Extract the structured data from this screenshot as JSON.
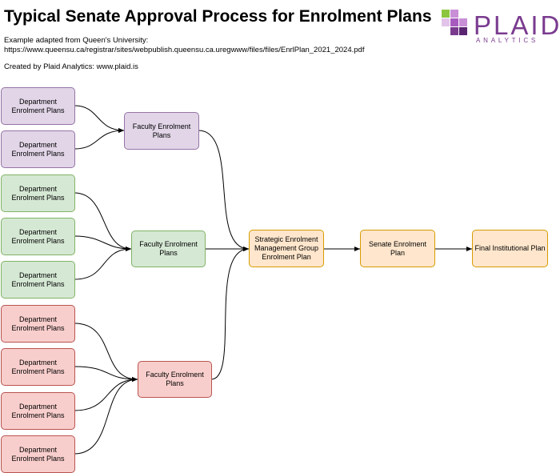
{
  "header": {
    "title": "Typical Senate Approval Process for Enrolment Plans",
    "source_line1": "Example adapted from Queen's University:",
    "source_line2": "https://www.queensu.ca/registrar/sites/webpublish.queensu.ca.uregwww/files/files/EnrlPlan_2021_2024.pdf",
    "credit": "Created by Plaid Analytics: www.plaid.is"
  },
  "logo": {
    "word": "PLAID",
    "sub": "ANALYTICS",
    "colors": [
      "#7a3b8f",
      "#a85bbf",
      "#c98fd6",
      "#8cc63f",
      "#5a2570"
    ]
  },
  "diagram": {
    "colors": {
      "purple_fill": "#e1d5e7",
      "purple_stroke": "#9673a6",
      "green_fill": "#d5e8d4",
      "green_stroke": "#82b366",
      "red_fill": "#f8cecc",
      "red_stroke": "#b85450",
      "orange_fill": "#ffe6cc",
      "orange_stroke": "#d79b00"
    },
    "nodes": {
      "dept_p1": "Department\nEnrolment Plans",
      "dept_p2": "Department\nEnrolment Plans",
      "fac_p": "Faculty Enrolment\nPlans",
      "dept_g1": "Department\nEnrolment Plans",
      "dept_g2": "Department\nEnrolment Plans",
      "dept_g3": "Department\nEnrolment Plans",
      "fac_g": "Faculty Enrolment\nPlans",
      "dept_r1": "Department\nEnrolment Plans",
      "dept_r2": "Department\nEnrolment Plans",
      "dept_r3": "Department\nEnrolment Plans",
      "dept_r4": "Department\nEnrolment Plans",
      "fac_r": "Faculty Enrolment\nPlans",
      "semg": "Strategic Enrolment\nManagement Group\nEnrolment Plan",
      "senate": "Senate Enrolment\nPlan",
      "final": "Final Institutional Plan"
    }
  }
}
